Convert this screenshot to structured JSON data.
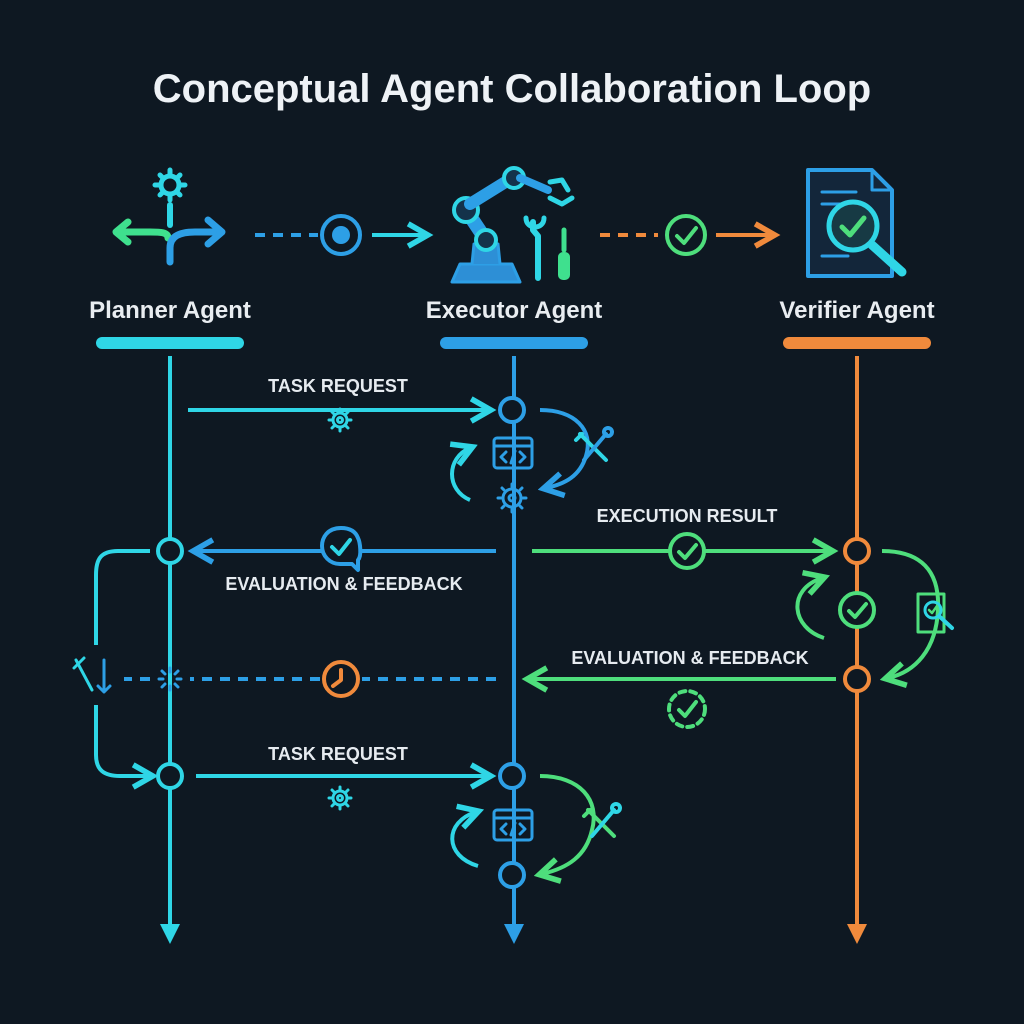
{
  "title": "Conceptual Agent Collaboration Loop",
  "agents": [
    {
      "name": "Planner Agent",
      "icon": "branching-arrows-gear-icon",
      "color": "#2fd6e6"
    },
    {
      "name": "Executor Agent",
      "icon": "robot-arm-tools-icon",
      "color": "#2d9fe6"
    },
    {
      "name": "Verifier Agent",
      "icon": "document-magnifier-check-icon",
      "color": "#f08a3c"
    }
  ],
  "messages": {
    "task_request_1": "TASK REQUEST",
    "execution_result": "EXECUTION RESULT",
    "evaluation_feedback_1": "EVALUATION & FEEDBACK",
    "evaluation_feedback_2": "EVALUATION & FEEDBACK",
    "task_request_2": "TASK REQUEST"
  },
  "colors": {
    "background": "#0e1822",
    "planner": "#2fd6e6",
    "executor": "#2d9fe6",
    "verifier": "#f08a3c",
    "feedback_green": "#4ede7c",
    "text": "#e9edf1"
  }
}
